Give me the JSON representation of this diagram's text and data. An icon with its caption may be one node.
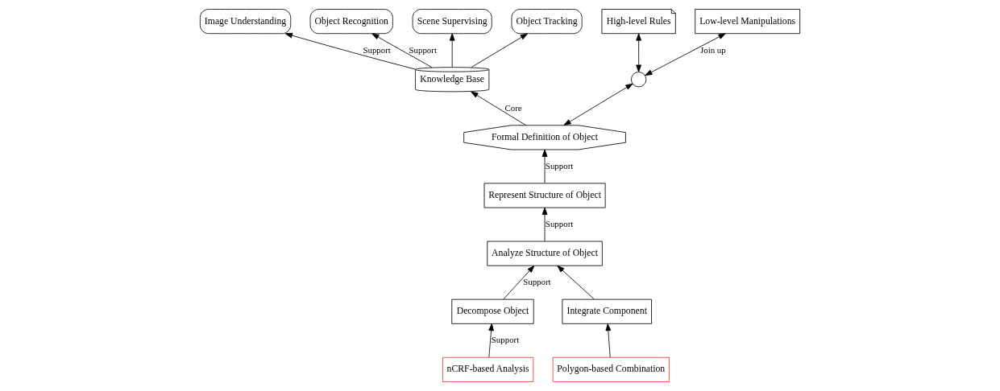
{
  "diagram": {
    "nodes": [
      {
        "text": [
          "Image Understanding"
        ]
      },
      {
        "text": [
          "Object Recognition"
        ]
      },
      {
        "text": [
          "Scene Supervising"
        ]
      },
      {
        "text": [
          "Object Tracking"
        ]
      },
      {
        "text": [
          "Knowledge Base"
        ]
      },
      {
        "text": [
          "Represent Structure of Object"
        ]
      },
      {
        "text": [
          "Analyze Structure of Object"
        ]
      },
      {
        "text": [
          "Formal Definition of Object"
        ]
      },
      {
        "text": [
          "Decompose Object"
        ]
      },
      {
        "text": [
          "Integrate Component"
        ]
      },
      {
        "text": [],
        "shape": "circle"
      },
      {
        "text": [
          "High-level Rules"
        ]
      },
      {
        "text": [
          "Low-level Manipulations"
        ]
      },
      {
        "text": [
          "nCRF-based Analysis"
        ]
      },
      {
        "text": [
          "Polygon-based Combination"
        ]
      }
    ],
    "edges": [
      {
        "from": 4,
        "to": 0,
        "arrow": "to",
        "label": "Support"
      },
      {
        "from": 4,
        "to": 1,
        "arrow": "to",
        "label": "Support"
      },
      {
        "from": 4,
        "to": 2,
        "arrow": "to"
      },
      {
        "from": 4,
        "to": 3,
        "arrow": "to"
      },
      {
        "from": 7,
        "to": 4,
        "arrow": "to",
        "label": "Core"
      },
      {
        "from": 5,
        "to": 7,
        "arrow": "to",
        "label": "Support"
      },
      {
        "from": 6,
        "to": 5,
        "arrow": "to",
        "label": "Support"
      },
      {
        "from": 8,
        "to": 6,
        "arrow": "to",
        "label": "Support"
      },
      {
        "from": 9,
        "to": 6,
        "arrow": "to"
      },
      {
        "from": 13,
        "to": 8,
        "arrow": "to",
        "label": "Support"
      },
      {
        "from": 14,
        "to": 9,
        "arrow": "to"
      },
      {
        "from": 7,
        "to": 10,
        "arrow": "both"
      },
      {
        "from": 10,
        "to": 11,
        "arrow": "both"
      },
      {
        "from": 10,
        "to": 12,
        "arrow": "both",
        "label": "Join up"
      }
    ]
  }
}
